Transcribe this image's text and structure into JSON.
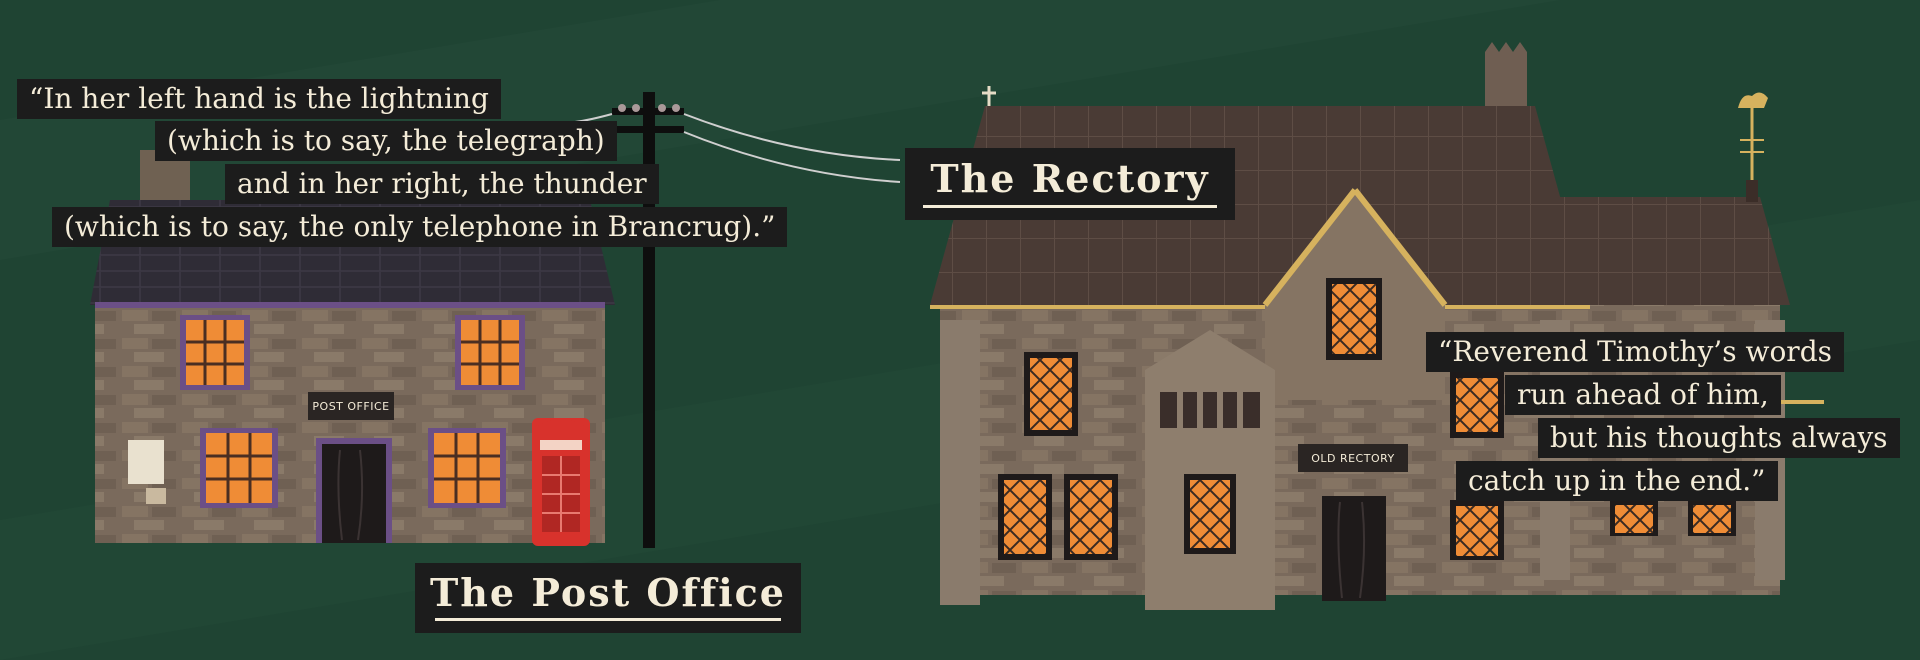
{
  "quotes": {
    "post_office": [
      "“In her left hand is the lightning",
      "(which is to say, the telegraph)",
      "and in her right, the thunder",
      "(which is to say, the only telephone in Brancrug).”"
    ],
    "rectory": [
      "“Reverend Timothy’s words",
      "run ahead of him,",
      "but his thoughts always",
      "catch up in the end.”"
    ]
  },
  "titles": {
    "rectory": "The Rectory",
    "post_office": "The Post Office"
  },
  "signs": {
    "post_office": "POST OFFICE",
    "old_rectory": "OLD RECTORY"
  },
  "colors": {
    "background": "#1f4433",
    "label_bg": "#1c1c1c",
    "label_text": "#f4ecd8",
    "window_glow": "#f0903a",
    "phone_box": "#d8322c",
    "gold_trim": "#d6b25e"
  }
}
